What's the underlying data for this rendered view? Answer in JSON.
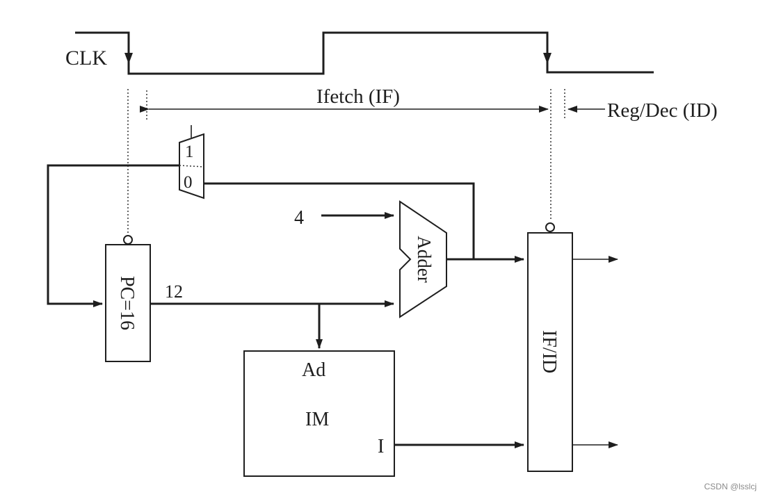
{
  "clock": {
    "label": "CLK"
  },
  "stages": {
    "ifetch": "Ifetch (IF)",
    "regdec": "Reg/Dec (ID)"
  },
  "mux": {
    "in1": "1",
    "in0": "0"
  },
  "pc": {
    "label": "PC=16",
    "out_value": "12"
  },
  "adder": {
    "label": "Adder",
    "const_input": "4"
  },
  "instruction_memory": {
    "addr_port": "Ad",
    "label": "IM",
    "out_port": "I"
  },
  "pipeline_register": {
    "label": "IF/ID"
  },
  "watermark": "CSDN @lsslcj"
}
